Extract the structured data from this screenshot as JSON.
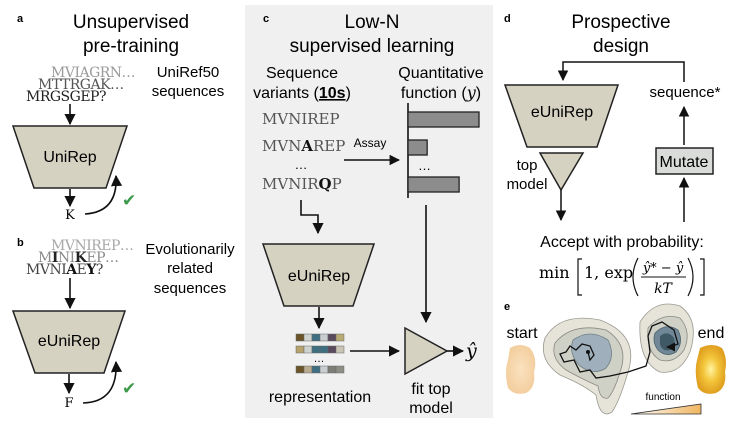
{
  "colors": {
    "panel_bg": "#f0f0f0",
    "model_fill": "#d6d2c2",
    "bar_fill": "#8c8c8c",
    "mutate_fill": "#d9dcd9",
    "check": "#3e9a4a",
    "seq_gray": "#9a9a9a",
    "seq_dark": "#222222"
  },
  "panel_a": {
    "letter": "a",
    "title_1": "Unsupervised",
    "title_2": "pre-training",
    "seqs": [
      {
        "text": "MVIAGRN…",
        "tone": "light"
      },
      {
        "text": "MTTRGAK…",
        "tone": "mid"
      },
      {
        "text": "MRGSGEP?",
        "tone": "dark"
      }
    ],
    "caption_1": "UniRef50",
    "caption_2": "sequences",
    "model_label": "UniRep",
    "output_token": "K",
    "check_icon": "✔"
  },
  "panel_b": {
    "letter": "b",
    "seq1": "MVNIREP…",
    "seq2_parts": [
      "M",
      "I",
      "NI",
      "K",
      "EP…"
    ],
    "seq3_parts": [
      "MVNI",
      "A",
      "E",
      "Y",
      "?"
    ],
    "caption_1": "Evolutionarily",
    "caption_2": "related",
    "caption_3": "sequences",
    "model_label": "eUniRep",
    "output_token": "F",
    "check_icon": "✔"
  },
  "panel_c": {
    "letter": "c",
    "title_1": "Low-N",
    "title_2": "supervised learning",
    "variants_header_1": "Sequence",
    "variants_header_2a": "variants (",
    "variants_header_2b": "10s",
    "variants_header_2c": ")",
    "function_header_1": "Quantitative",
    "function_header_2a": "function (",
    "function_header_2b": "y",
    "function_header_2c": ")",
    "variants": [
      {
        "pre": "MVNIREP",
        "bold": "",
        "post": ""
      },
      {
        "pre": "MVN",
        "bold": "A",
        "post": "REP"
      },
      {
        "pre": "MVNIR",
        "bold": "Q",
        "post": "P"
      }
    ],
    "ellipsis": "…",
    "assay_label": "Assay",
    "bar_values": [
      1.0,
      0.27,
      0.72
    ],
    "model_label": "eUniRep",
    "representation_label": "representation",
    "representation_rows": [
      [
        "#6b5528",
        "#cfd3d0",
        "#3e6f80",
        "#c8cdd0",
        "#5a4a5e",
        "#b9ab74"
      ],
      [
        "#b6a46c",
        "#cfd3d0",
        "#3e6f80",
        "#3e6f80",
        "#5a4a5e",
        "#c9c4b4"
      ],
      [
        "#6b5528",
        "#b8ab90",
        "#3e6f80",
        "#c8cdd0",
        "#7c7e76",
        "#8e8e86"
      ]
    ],
    "top_model_label_1": "fit top",
    "top_model_label_2": "model",
    "yhat_label": "ŷ"
  },
  "panel_d": {
    "letter": "d",
    "title_1": "Prospective",
    "title_2": "design",
    "model_label": "eUniRep",
    "top_model_label_1": "top",
    "top_model_label_2": "model",
    "sequence_star_label": "sequence*",
    "mutate_label": "Mutate",
    "accept_label": "Accept with probability:",
    "formula": {
      "min": "min",
      "one": "1, exp",
      "numerator": "ŷ* − ŷ",
      "denominator": "kT"
    }
  },
  "panel_e": {
    "letter": "e",
    "start_label": "start",
    "end_label": "end",
    "function_label": "function"
  }
}
